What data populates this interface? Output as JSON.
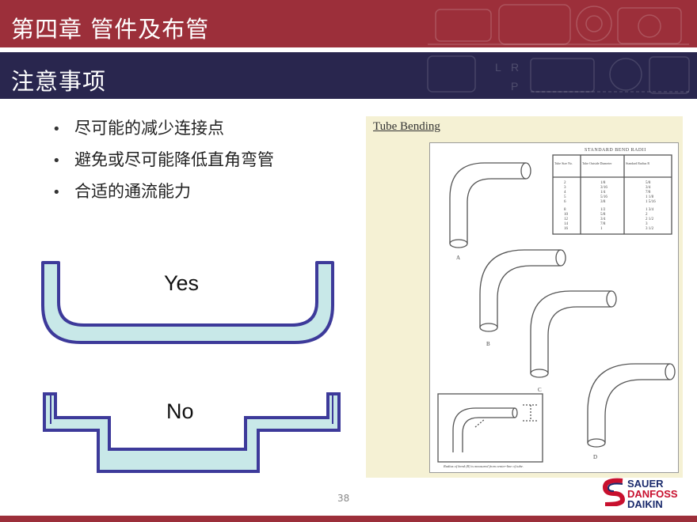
{
  "header": {
    "chapter_title": "第四章  管件及布管",
    "section_title": "注意事项"
  },
  "bullets": [
    "尽可能的减少连接点",
    "避免或尽可能降低直角弯管",
    "合适的通流能力"
  ],
  "diagrams": {
    "yes_label": "Yes",
    "no_label": "No"
  },
  "scan": {
    "title": "Tube Bending",
    "table_title": "STANDARD BEND RADII",
    "col_headers": [
      "Tube Size No.",
      "Tube Outside Diameter",
      "Standard Radius R"
    ],
    "rows": [
      [
        "2",
        "1/8",
        "5/8"
      ],
      [
        "3",
        "3/16",
        "3/4"
      ],
      [
        "4",
        "1/4",
        "7/8"
      ],
      [
        "5",
        "5/16",
        "1 1/8"
      ],
      [
        "6",
        "3/8",
        "1 5/16"
      ],
      [
        "8",
        "1/2",
        "1 3/4"
      ],
      [
        "10",
        "5/8",
        "2"
      ],
      [
        "12",
        "3/4",
        "2 1/2"
      ],
      [
        "14",
        "7/8",
        "3"
      ],
      [
        "16",
        "1",
        "3 1/2"
      ]
    ],
    "letters": [
      "A",
      "B",
      "C",
      "D"
    ],
    "caption": "Radius of bend (R) is measured from center-line of tube."
  },
  "footer": {
    "page_number": "38"
  },
  "logo": {
    "line1": "SAUER",
    "line2": "DANFOSS",
    "line3": "DAIKIN"
  },
  "colors": {
    "header_red": "#9c2f3a",
    "header_navy": "#29264e",
    "pipe_fill": "#c8e8e8",
    "pipe_stroke": "#3d3a9a"
  }
}
